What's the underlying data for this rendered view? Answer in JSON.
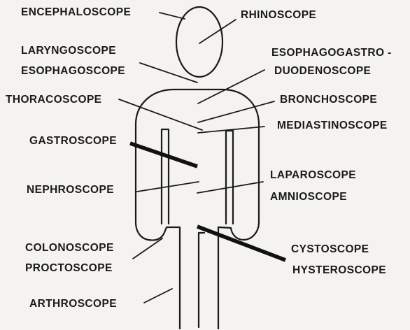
{
  "labels": {
    "encephaloscope": "ENCEPHALOSCOPE",
    "rhinoscope": "RHINOSCOPE",
    "laryngoscope": "LARYNGOSCOPE",
    "esophagoscope": "ESOPHAGOSCOPE",
    "esophagogastro": "ESOPHAGOGASTRO -",
    "duodenoscope": "DUODENOSCOPE",
    "thoracoscope": "THORACOSCOPE",
    "bronchoscope": "BRONCHOSCOPE",
    "mediastinoscope": "MEDIASTINOSCOPE",
    "gastroscope": "GASTROSCOPE",
    "laparoscope": "LAPAROSCOPE",
    "nephroscope": "NEPHROSCOPE",
    "amnioscope": "AMNIOSCOPE",
    "colonoscope": "COLONOSCOPE",
    "cystoscope": "CYSTOSCOPE",
    "proctoscope": "PROCTOSCOPE",
    "hysteroscope": "HYSTEROSCOPE",
    "arthroscope": "ARTHROSCOPE"
  },
  "colors": {
    "ink": "#1a1a1a",
    "paper": "#f4f3ef"
  }
}
